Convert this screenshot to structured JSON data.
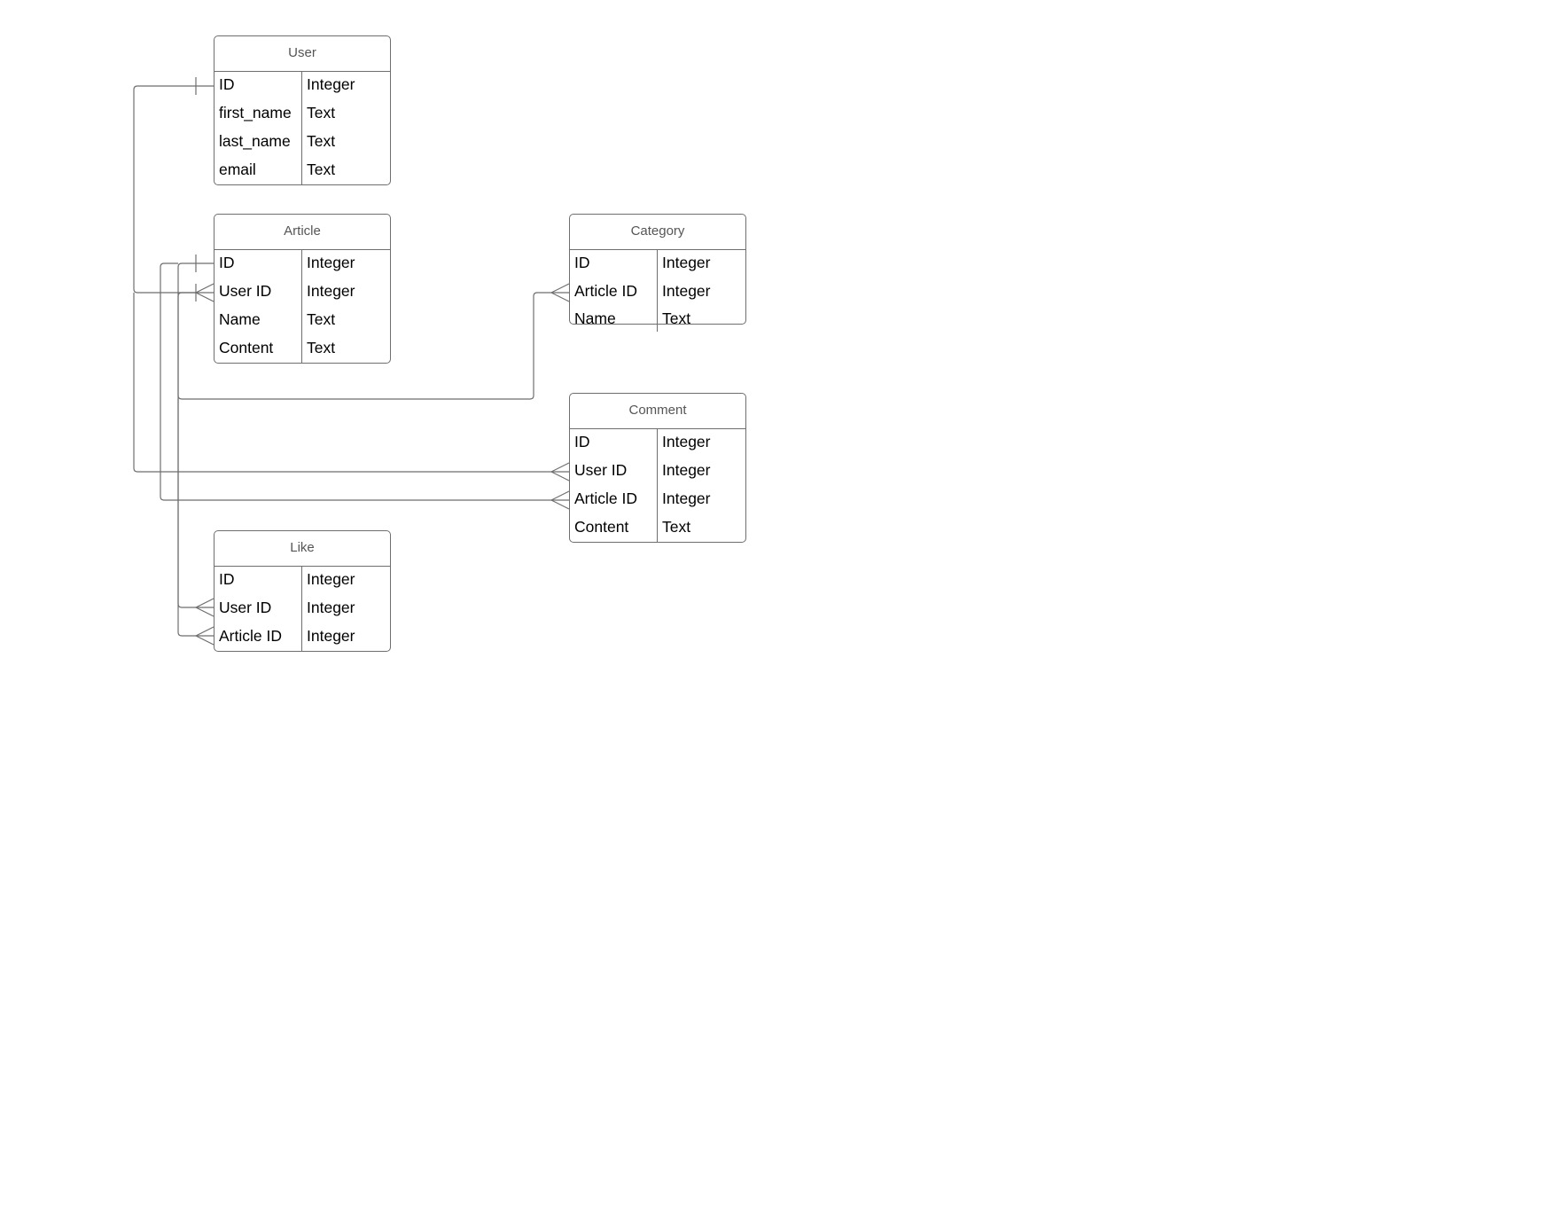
{
  "tables": {
    "user": {
      "title": "User",
      "rows": [
        {
          "field": "ID",
          "type": "Integer"
        },
        {
          "field": "first_name",
          "type": "Text"
        },
        {
          "field": "last_name",
          "type": "Text"
        },
        {
          "field": "email",
          "type": "Text"
        }
      ]
    },
    "article": {
      "title": "Article",
      "rows": [
        {
          "field": "ID",
          "type": "Integer"
        },
        {
          "field": "User ID",
          "type": "Integer"
        },
        {
          "field": "Name",
          "type": "Text"
        },
        {
          "field": "Content",
          "type": "Text"
        }
      ]
    },
    "category": {
      "title": "Category",
      "rows": [
        {
          "field": "ID",
          "type": "Integer"
        },
        {
          "field": "Article ID",
          "type": "Integer"
        },
        {
          "field": "Name",
          "type": "Text"
        }
      ]
    },
    "comment": {
      "title": "Comment",
      "rows": [
        {
          "field": "ID",
          "type": "Integer"
        },
        {
          "field": "User ID",
          "type": "Integer"
        },
        {
          "field": "Article ID",
          "type": "Integer"
        },
        {
          "field": "Content",
          "type": "Text"
        }
      ]
    },
    "like": {
      "title": "Like",
      "rows": [
        {
          "field": "ID",
          "type": "Integer"
        },
        {
          "field": "User ID",
          "type": "Integer"
        },
        {
          "field": "Article ID",
          "type": "Integer"
        }
      ]
    }
  },
  "relationships": [
    {
      "from": "User.ID",
      "to": "Article.User ID",
      "cardinality": "one-to-many"
    },
    {
      "from": "Article.ID",
      "to": "Category.Article ID",
      "cardinality": "one-to-many"
    },
    {
      "from": "User.ID",
      "to": "Comment.User ID",
      "cardinality": "one-to-many"
    },
    {
      "from": "Article.ID",
      "to": "Comment.Article ID",
      "cardinality": "one-to-many"
    },
    {
      "from": "User.ID",
      "to": "Like.User ID",
      "cardinality": "one-to-many"
    },
    {
      "from": "Article.ID",
      "to": "Like.Article ID",
      "cardinality": "one-to-many"
    }
  ],
  "colors": {
    "line": "#6e6e6e",
    "title_text": "#555555",
    "cell_text": "#000000",
    "background": "#ffffff"
  }
}
